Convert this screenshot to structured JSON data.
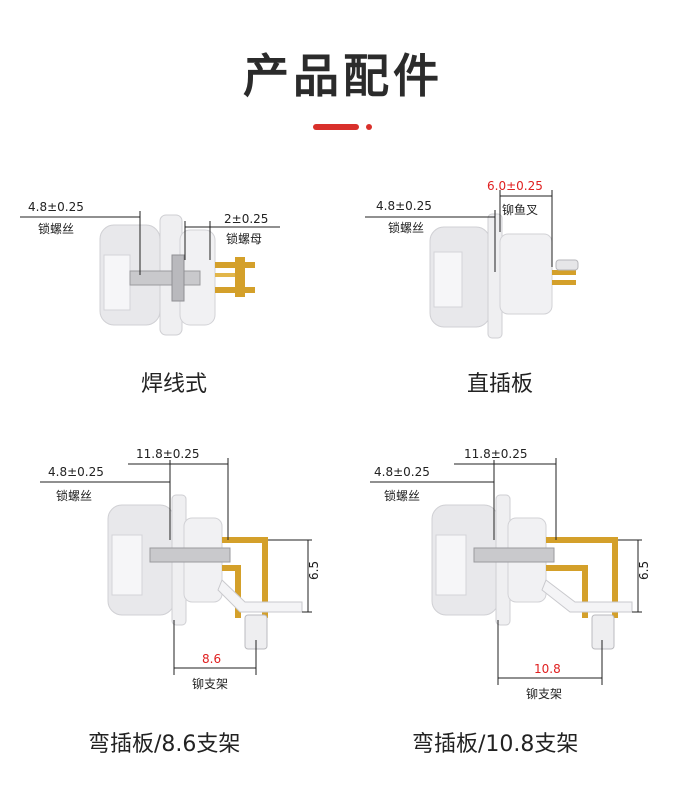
{
  "header": {
    "title": "产品配件"
  },
  "colors": {
    "accent": "#d9302b",
    "dim_line": "#222222",
    "red_dim": "#e02020",
    "gold": "#d4a02a",
    "body": "#e9e9ec"
  },
  "panels": [
    {
      "caption": "焊线式",
      "dims": [
        {
          "value": "4.8±0.25",
          "label": "锁螺丝"
        },
        {
          "value": "2±0.25",
          "label": "锁螺母"
        }
      ]
    },
    {
      "caption": "直插板",
      "dims": [
        {
          "value": "4.8±0.25",
          "label": "锁螺丝"
        },
        {
          "value": "6.0±0.25",
          "label": "铆鱼叉"
        }
      ]
    },
    {
      "caption": "弯插板/8.6支架",
      "dims": [
        {
          "value": "4.8±0.25",
          "label": "锁螺丝"
        },
        {
          "value": "11.8±0.25"
        },
        {
          "value": "6.5"
        },
        {
          "value": "8.6",
          "label": "铆支架"
        }
      ]
    },
    {
      "caption": "弯插板/10.8支架",
      "dims": [
        {
          "value": "4.8±0.25",
          "label": "锁螺丝"
        },
        {
          "value": "11.8±0.25"
        },
        {
          "value": "6.5"
        },
        {
          "value": "10.8",
          "label": "铆支架"
        }
      ]
    }
  ]
}
